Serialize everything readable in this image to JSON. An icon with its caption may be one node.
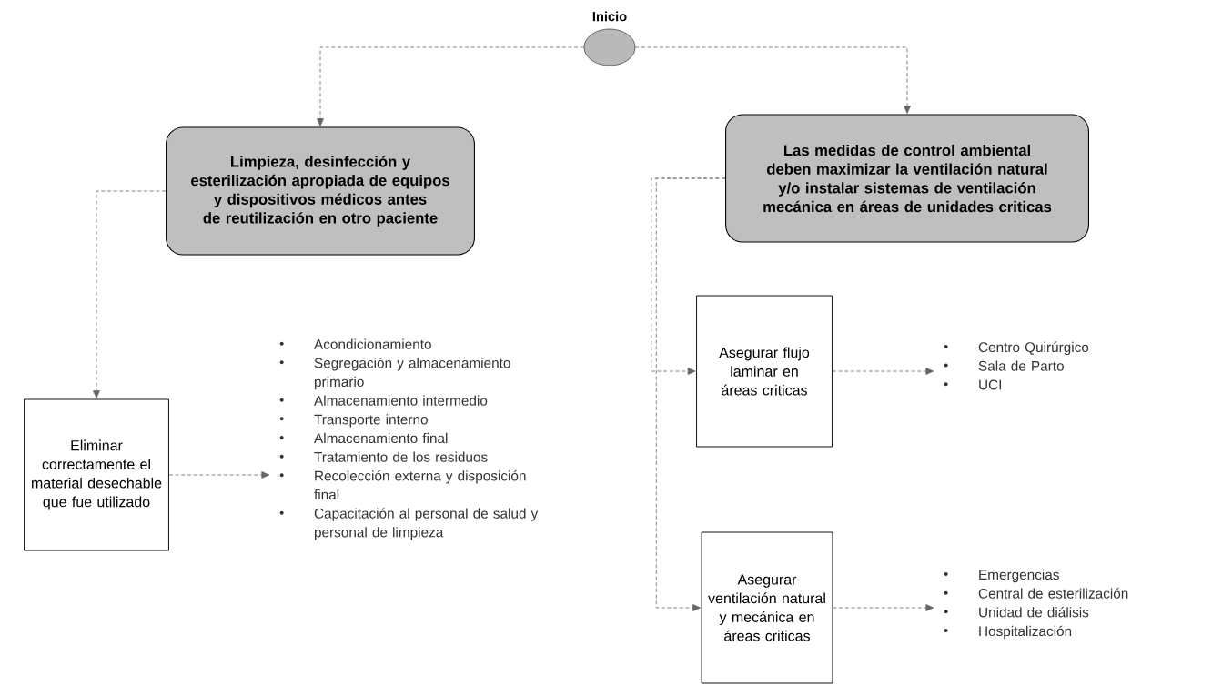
{
  "diagram": {
    "nodes": [
      {
        "text": [
          "Inicio"
        ]
      },
      {
        "text": [
          "Limpieza, desinfección y esterilización apropiada de equipos y dispositivos médicos antes de reutilización en otro paciente"
        ]
      },
      {
        "text": [
          "Las medidas de control ambiental deben maximizar la ventilación natural y/o instalar sistemas de ventilación mecánica en áreas de unidades criticas"
        ]
      },
      {
        "text": [
          "Eliminar correctamente el material desechable que fue utilizado"
        ]
      },
      {
        "text": [
          "Acondicionamiento",
          "Segregación y almacenamiento primario",
          "Almacenamiento intermedio",
          "Transporte interno",
          "Almacenamiento final",
          "Tratamiento de los residuos",
          "Recolección externa y disposición final",
          "Capacitación al personal de salud y personal de limpieza"
        ]
      },
      {
        "text": [
          "Asegurar flujo laminar en áreas criticas"
        ]
      },
      {
        "text": [
          "Centro Quirúrgico",
          "Sala de Parto",
          "UCI"
        ]
      },
      {
        "text": [
          "Asegurar ventilación natural y mecánica en áreas criticas"
        ]
      },
      {
        "text": [
          "Emergencias",
          "Central de esterilización",
          "Unidad de diálisis",
          "Hospitalización"
        ]
      }
    ],
    "edges": [
      {
        "from": 0,
        "to": 1,
        "arrow": "to"
      },
      {
        "from": 0,
        "to": 2,
        "arrow": "to"
      },
      {
        "from": 1,
        "to": 3,
        "arrow": "to"
      },
      {
        "from": 3,
        "to": 4,
        "arrow": "to"
      },
      {
        "from": 2,
        "to": 5,
        "arrow": "to"
      },
      {
        "from": 2,
        "to": 7,
        "arrow": "to"
      },
      {
        "from": 5,
        "to": 6,
        "arrow": "to"
      },
      {
        "from": 7,
        "to": 8,
        "arrow": "to"
      }
    ]
  }
}
